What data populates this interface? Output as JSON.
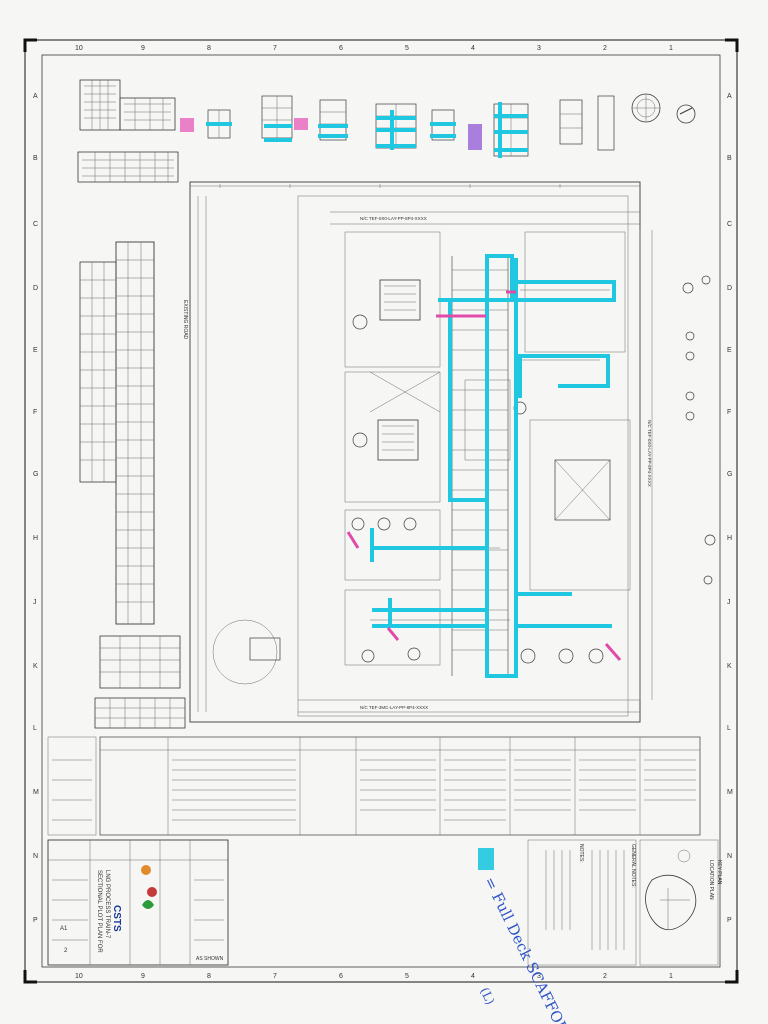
{
  "sheet": {
    "grid_numbers": [
      "10",
      "9",
      "8",
      "7",
      "6",
      "5",
      "4",
      "3",
      "2",
      "1"
    ],
    "grid_letters": [
      "A",
      "B",
      "C",
      "D",
      "E",
      "F",
      "G",
      "H",
      "J",
      "K",
      "L",
      "M",
      "N",
      "P"
    ]
  },
  "plan": {
    "road_top": "N/C TEF-0X0-LAY-PP-8P4-XXXX",
    "road_bottom": "N/C TEF-3MC-LAY-PP-8P4-XXXX",
    "road_right": "N/C TEF-0X0-LAY-PP-8P4-XXXX",
    "existing_road": "EXISTING ROAD",
    "location_plan": "LOCATION PLAN",
    "key_plan": "KEY PLAN"
  },
  "title_block": {
    "contractor": "CSTS",
    "line1": "SECTIONAL PLOT PLAN FOR",
    "line2": "LNG PROCESS TRAIN-7",
    "general_notes": "GENERAL NOTES:",
    "notes": "NOTES:",
    "revision": "A1",
    "scale": "AS SHOWN",
    "sheet_no": "2"
  },
  "annotation": {
    "legend_text": "= Full Deck SCAFFOLDING",
    "legend_suffix": "(L)",
    "legend_color": "#1fc8e0"
  },
  "colors": {
    "scaffold": "#1fc8e0",
    "highlight_pink": "#e04aa8",
    "highlight_violet": "#8a5ad0",
    "ink": "#333333",
    "paper": "#f6f6f4"
  }
}
